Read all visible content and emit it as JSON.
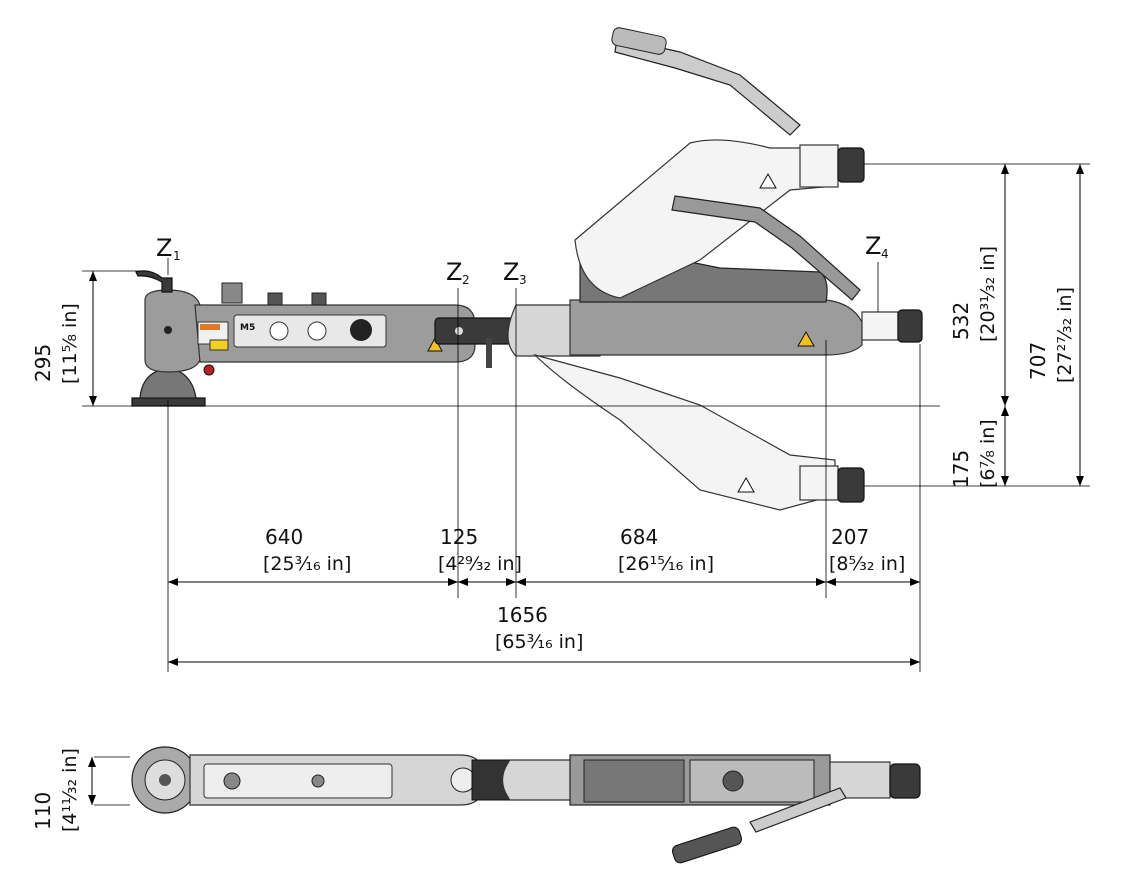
{
  "zones": {
    "z1": {
      "letter": "Z",
      "index": "1"
    },
    "z2": {
      "letter": "Z",
      "index": "2"
    },
    "z3": {
      "letter": "Z",
      "index": "3"
    },
    "z4": {
      "letter": "Z",
      "index": "4"
    }
  },
  "dimensions": {
    "height_295": {
      "mm": "295",
      "inch": "[11⁵⁄₈  in]"
    },
    "height_532": {
      "mm": "532",
      "inch": "[20³¹⁄₃₂  in]"
    },
    "height_707": {
      "mm": "707",
      "inch": "[27²⁷⁄₃₂  in]"
    },
    "height_175": {
      "mm": "175",
      "inch": "[6⁷⁄₈  in]"
    },
    "len_640": {
      "mm": "640",
      "inch": "[25³⁄₁₆  in]"
    },
    "len_125": {
      "mm": "125",
      "inch": "[4²⁹⁄₃₂  in]"
    },
    "len_684": {
      "mm": "684",
      "inch": "[26¹⁵⁄₁₆  in]"
    },
    "len_207": {
      "mm": "207",
      "inch": "[8⁵⁄₃₂  in]"
    },
    "len_1656": {
      "mm": "1656",
      "inch": "[65³⁄₁₆  in]"
    },
    "height_110": {
      "mm": "110",
      "inch": "[4¹¹⁄₃₂  in]"
    }
  },
  "machine": {
    "model_label": "M5",
    "warning_icon": "warning-triangle-icon"
  }
}
